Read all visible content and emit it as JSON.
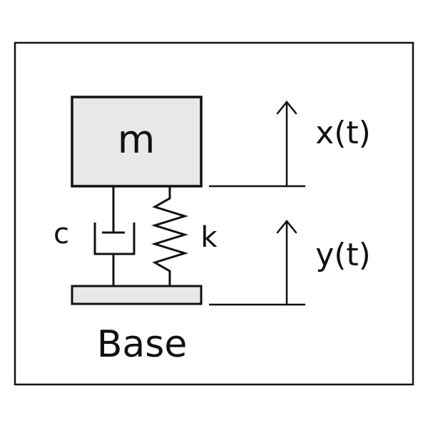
{
  "labels": {
    "mass": "m",
    "damper": "c",
    "spring": "k",
    "mass_displacement": "x(t)",
    "base_displacement": "y(t)",
    "base": "Base"
  },
  "colors": {
    "stroke": "#111111",
    "fill": "#e8e8e8",
    "background": "#ffffff"
  }
}
